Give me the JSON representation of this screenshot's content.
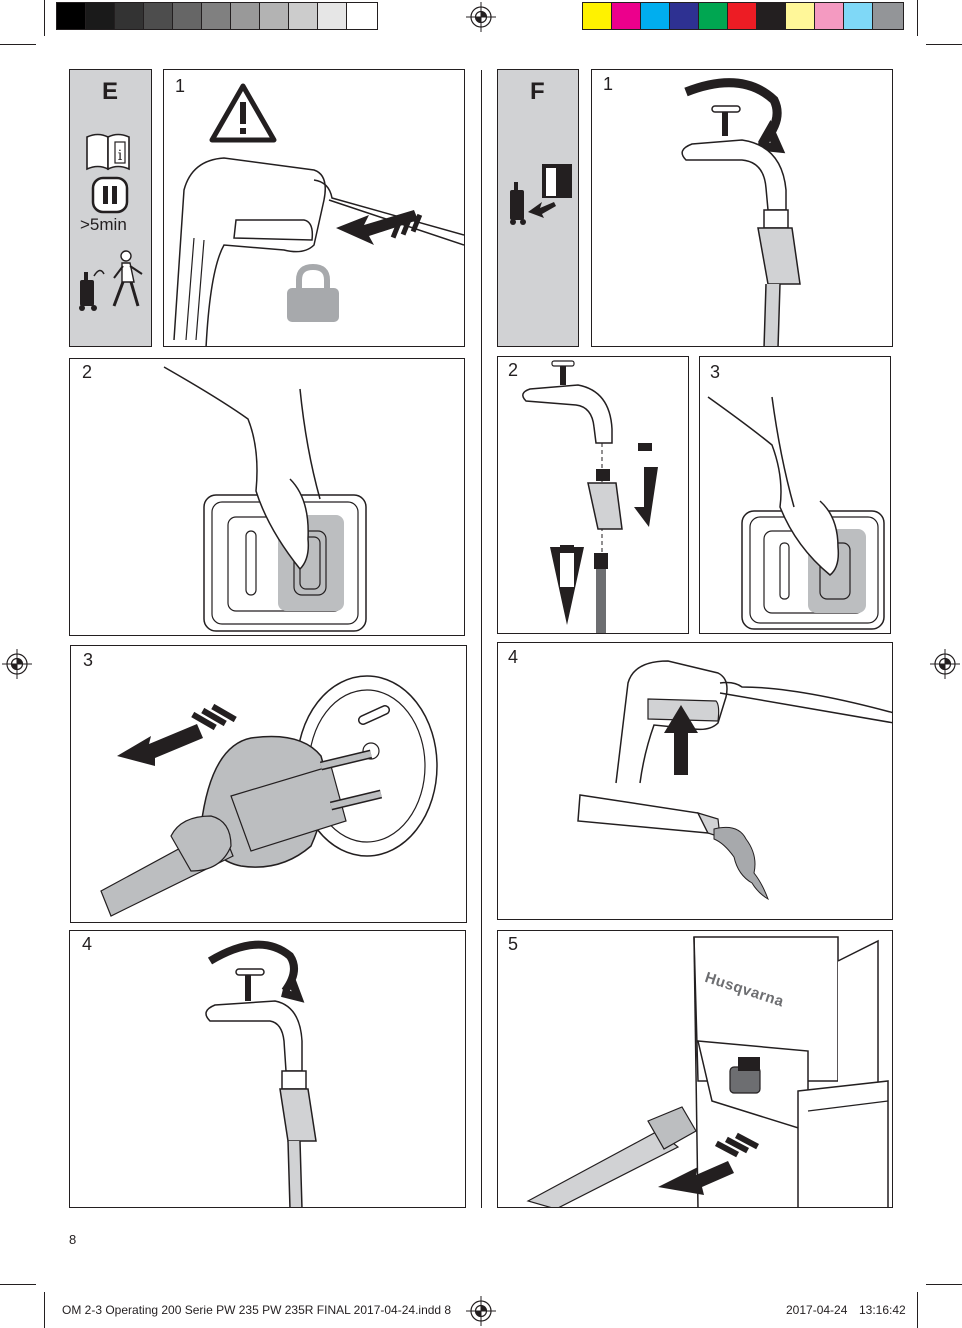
{
  "color_bar": {
    "grays": [
      "#000000",
      "#1a1a1a",
      "#333333",
      "#4d4d4d",
      "#666666",
      "#808080",
      "#999999",
      "#b3b3b3",
      "#cccccc",
      "#e6e6e6",
      "#ffffff"
    ],
    "colors": [
      "#fff200",
      "#ec008c",
      "#00aeef",
      "#2e3192",
      "#00a651",
      "#ed1c24",
      "#231f20",
      "#fff799",
      "#f49ac1",
      "#7fd8f7",
      "#939598"
    ]
  },
  "section_e": {
    "letter": "E",
    "time_label": ">5min",
    "icons": [
      "manual-info-icon",
      "pause-icon",
      "walk-away-icon"
    ],
    "steps": [
      "1",
      "2",
      "3",
      "4"
    ]
  },
  "section_f": {
    "letter": "F",
    "icons": [
      "storage-indoor-icon"
    ],
    "steps": [
      "1",
      "2",
      "3",
      "4",
      "5"
    ]
  },
  "brand_text": "Husqvarna",
  "page_number": "8",
  "footer": {
    "file": "OM 2-3 Operating 200 Serie PW 235 PW 235R  FINAL 2017-04-24.indd   8",
    "date": "2017-04-24",
    "time": "13:16:42"
  },
  "accent_color": "#231f20",
  "highlight_gray": "#bcbec0"
}
